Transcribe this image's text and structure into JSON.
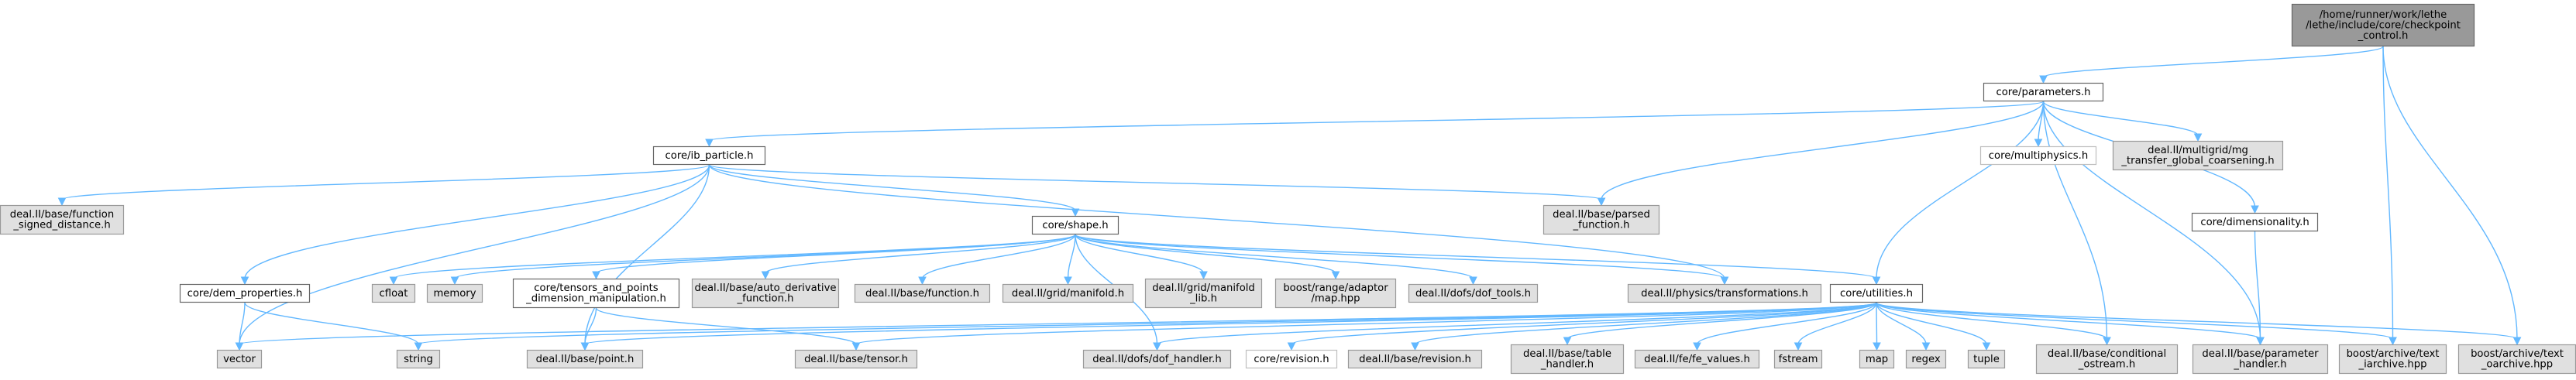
{
  "graph": {
    "title": "/home/runner/work/lethe/lethe/include/core/checkpoint_control.h",
    "edge_color": "#63b8ff",
    "root_fill": "#999999",
    "doc_fill": "#ffffff",
    "ext_fill": "#e0e0e0",
    "nodes": [
      {
        "id": "root",
        "lines": [
          "/home/runner/work/lethe",
          "/lethe/include/core/checkpoint",
          "_control.h"
        ],
        "kind": "root"
      },
      {
        "id": "params",
        "lines": [
          "core/parameters.h"
        ],
        "kind": "doc"
      },
      {
        "id": "ib",
        "lines": [
          "core/ib_particle.h"
        ],
        "kind": "doc"
      },
      {
        "id": "multiphys",
        "lines": [
          "core/multiphysics.h"
        ],
        "kind": "ext-white"
      },
      {
        "id": "mg",
        "lines": [
          "deal.II/multigrid/mg",
          "_transfer_global_coarsening.h"
        ],
        "kind": "ext"
      },
      {
        "id": "dim",
        "lines": [
          "core/dimensionality.h"
        ],
        "kind": "doc"
      },
      {
        "id": "sd",
        "lines": [
          "deal.II/base/function",
          "_signed_distance.h"
        ],
        "kind": "ext"
      },
      {
        "id": "parsed",
        "lines": [
          "deal.II/base/parsed",
          "_function.h"
        ],
        "kind": "ext"
      },
      {
        "id": "shape",
        "lines": [
          "core/shape.h"
        ],
        "kind": "doc"
      },
      {
        "id": "dem",
        "lines": [
          "core/dem_properties.h"
        ],
        "kind": "doc"
      },
      {
        "id": "cfloat",
        "lines": [
          "cfloat"
        ],
        "kind": "ext"
      },
      {
        "id": "memory",
        "lines": [
          "memory"
        ],
        "kind": "ext"
      },
      {
        "id": "tensors",
        "lines": [
          "core/tensors_and_points",
          "_dimension_manipulation.h"
        ],
        "kind": "doc"
      },
      {
        "id": "autoderiv",
        "lines": [
          "deal.II/base/auto_derivative",
          "_function.h"
        ],
        "kind": "ext"
      },
      {
        "id": "function",
        "lines": [
          "deal.II/base/function.h"
        ],
        "kind": "ext"
      },
      {
        "id": "manifold",
        "lines": [
          "deal.II/grid/manifold.h"
        ],
        "kind": "ext"
      },
      {
        "id": "maniflib",
        "lines": [
          "deal.II/grid/manifold",
          "_lib.h"
        ],
        "kind": "ext"
      },
      {
        "id": "boostmap",
        "lines": [
          "boost/range/adaptor",
          "/map.hpp"
        ],
        "kind": "ext"
      },
      {
        "id": "doftools",
        "lines": [
          "deal.II/dofs/dof_tools.h"
        ],
        "kind": "ext"
      },
      {
        "id": "transf",
        "lines": [
          "deal.II/physics/transformations.h"
        ],
        "kind": "ext"
      },
      {
        "id": "utils",
        "lines": [
          "core/utilities.h"
        ],
        "kind": "doc"
      },
      {
        "id": "vector",
        "lines": [
          "vector"
        ],
        "kind": "ext"
      },
      {
        "id": "string",
        "lines": [
          "string"
        ],
        "kind": "ext"
      },
      {
        "id": "point",
        "lines": [
          "deal.II/base/point.h"
        ],
        "kind": "ext"
      },
      {
        "id": "tensor",
        "lines": [
          "deal.II/base/tensor.h"
        ],
        "kind": "ext"
      },
      {
        "id": "dofhandler",
        "lines": [
          "deal.II/dofs/dof_handler.h"
        ],
        "kind": "ext"
      },
      {
        "id": "revision",
        "lines": [
          "core/revision.h"
        ],
        "kind": "ext-white"
      },
      {
        "id": "baserev",
        "lines": [
          "deal.II/base/revision.h"
        ],
        "kind": "ext"
      },
      {
        "id": "table",
        "lines": [
          "deal.II/base/table",
          "_handler.h"
        ],
        "kind": "ext"
      },
      {
        "id": "fevalues",
        "lines": [
          "deal.II/fe/fe_values.h"
        ],
        "kind": "ext"
      },
      {
        "id": "fstream",
        "lines": [
          "fstream"
        ],
        "kind": "ext"
      },
      {
        "id": "map",
        "lines": [
          "map"
        ],
        "kind": "ext"
      },
      {
        "id": "regex",
        "lines": [
          "regex"
        ],
        "kind": "ext"
      },
      {
        "id": "tuple",
        "lines": [
          "tuple"
        ],
        "kind": "ext"
      },
      {
        "id": "condostream",
        "lines": [
          "deal.II/base/conditional",
          "_ostream.h"
        ],
        "kind": "ext"
      },
      {
        "id": "paramhandler",
        "lines": [
          "deal.II/base/parameter",
          "_handler.h"
        ],
        "kind": "ext"
      },
      {
        "id": "tiarchive",
        "lines": [
          "boost/archive/text",
          "_iarchive.hpp"
        ],
        "kind": "ext"
      },
      {
        "id": "toarchive",
        "lines": [
          "boost/archive/text",
          "_oarchive.hpp"
        ],
        "kind": "ext"
      }
    ],
    "edges": [
      [
        "root",
        "params"
      ],
      [
        "root",
        "tiarchive"
      ],
      [
        "root",
        "toarchive"
      ],
      [
        "params",
        "ib"
      ],
      [
        "params",
        "multiphys"
      ],
      [
        "params",
        "mg"
      ],
      [
        "params",
        "dim"
      ],
      [
        "params",
        "parsed"
      ],
      [
        "params",
        "utils"
      ],
      [
        "params",
        "condostream"
      ],
      [
        "params",
        "paramhandler"
      ],
      [
        "ib",
        "sd"
      ],
      [
        "ib",
        "parsed"
      ],
      [
        "ib",
        "shape"
      ],
      [
        "ib",
        "dem"
      ],
      [
        "ib",
        "vector"
      ],
      [
        "ib",
        "point"
      ],
      [
        "ib",
        "transf"
      ],
      [
        "dim",
        "paramhandler"
      ],
      [
        "shape",
        "cfloat"
      ],
      [
        "shape",
        "memory"
      ],
      [
        "shape",
        "tensors"
      ],
      [
        "shape",
        "autoderiv"
      ],
      [
        "shape",
        "function"
      ],
      [
        "shape",
        "manifold"
      ],
      [
        "shape",
        "maniflib"
      ],
      [
        "shape",
        "boostmap"
      ],
      [
        "shape",
        "doftools"
      ],
      [
        "shape",
        "transf"
      ],
      [
        "shape",
        "utils"
      ],
      [
        "shape",
        "dofhandler"
      ],
      [
        "dem",
        "vector"
      ],
      [
        "dem",
        "string"
      ],
      [
        "tensors",
        "point"
      ],
      [
        "tensors",
        "tensor"
      ],
      [
        "utils",
        "vector"
      ],
      [
        "utils",
        "string"
      ],
      [
        "utils",
        "point"
      ],
      [
        "utils",
        "tensor"
      ],
      [
        "utils",
        "dofhandler"
      ],
      [
        "utils",
        "revision"
      ],
      [
        "utils",
        "baserev"
      ],
      [
        "utils",
        "table"
      ],
      [
        "utils",
        "fevalues"
      ],
      [
        "utils",
        "fstream"
      ],
      [
        "utils",
        "map"
      ],
      [
        "utils",
        "regex"
      ],
      [
        "utils",
        "tuple"
      ],
      [
        "utils",
        "condostream"
      ],
      [
        "utils",
        "paramhandler"
      ],
      [
        "utils",
        "tiarchive"
      ],
      [
        "utils",
        "toarchive"
      ]
    ]
  }
}
